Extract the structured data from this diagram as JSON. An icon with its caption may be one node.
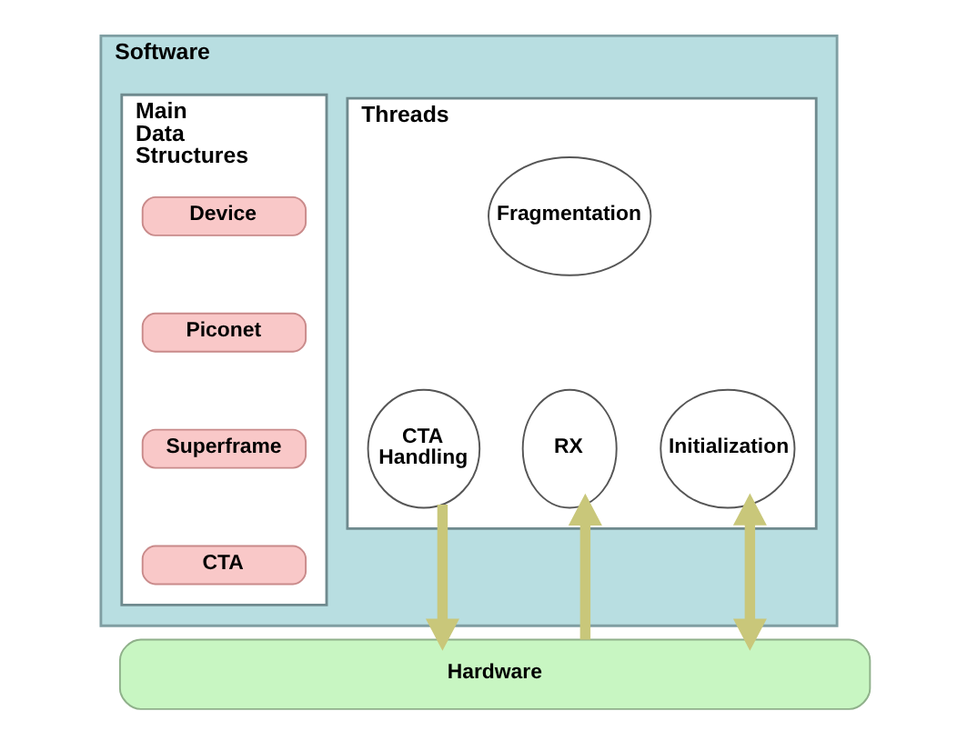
{
  "diagram": {
    "nodes": [
      {
        "text": [
          "Software"
        ]
      },
      {
        "text": [
          "Main Data Structures"
        ],
        "in": 0
      },
      {
        "text": [
          "Device"
        ],
        "in": 1
      },
      {
        "text": [
          "Piconet"
        ],
        "in": 1
      },
      {
        "text": [
          "Superframe"
        ],
        "in": 1
      },
      {
        "text": [
          "CTA"
        ],
        "in": 1
      },
      {
        "text": [
          "Threads"
        ],
        "in": 0
      },
      {
        "text": [
          "Fragmentation"
        ],
        "in": 6
      },
      {
        "text": [
          "CTA Handling"
        ],
        "in": 6
      },
      {
        "text": [
          "RX"
        ],
        "in": 6
      },
      {
        "text": [
          "Initialization"
        ],
        "in": 6
      },
      {
        "text": [
          "Hardware"
        ]
      }
    ],
    "edges": [
      {
        "from": 8,
        "to": 11,
        "arrow": "to"
      },
      {
        "from": 11,
        "to": 9,
        "arrow": "to"
      },
      {
        "from": 10,
        "to": 11,
        "arrow": "both"
      }
    ]
  }
}
